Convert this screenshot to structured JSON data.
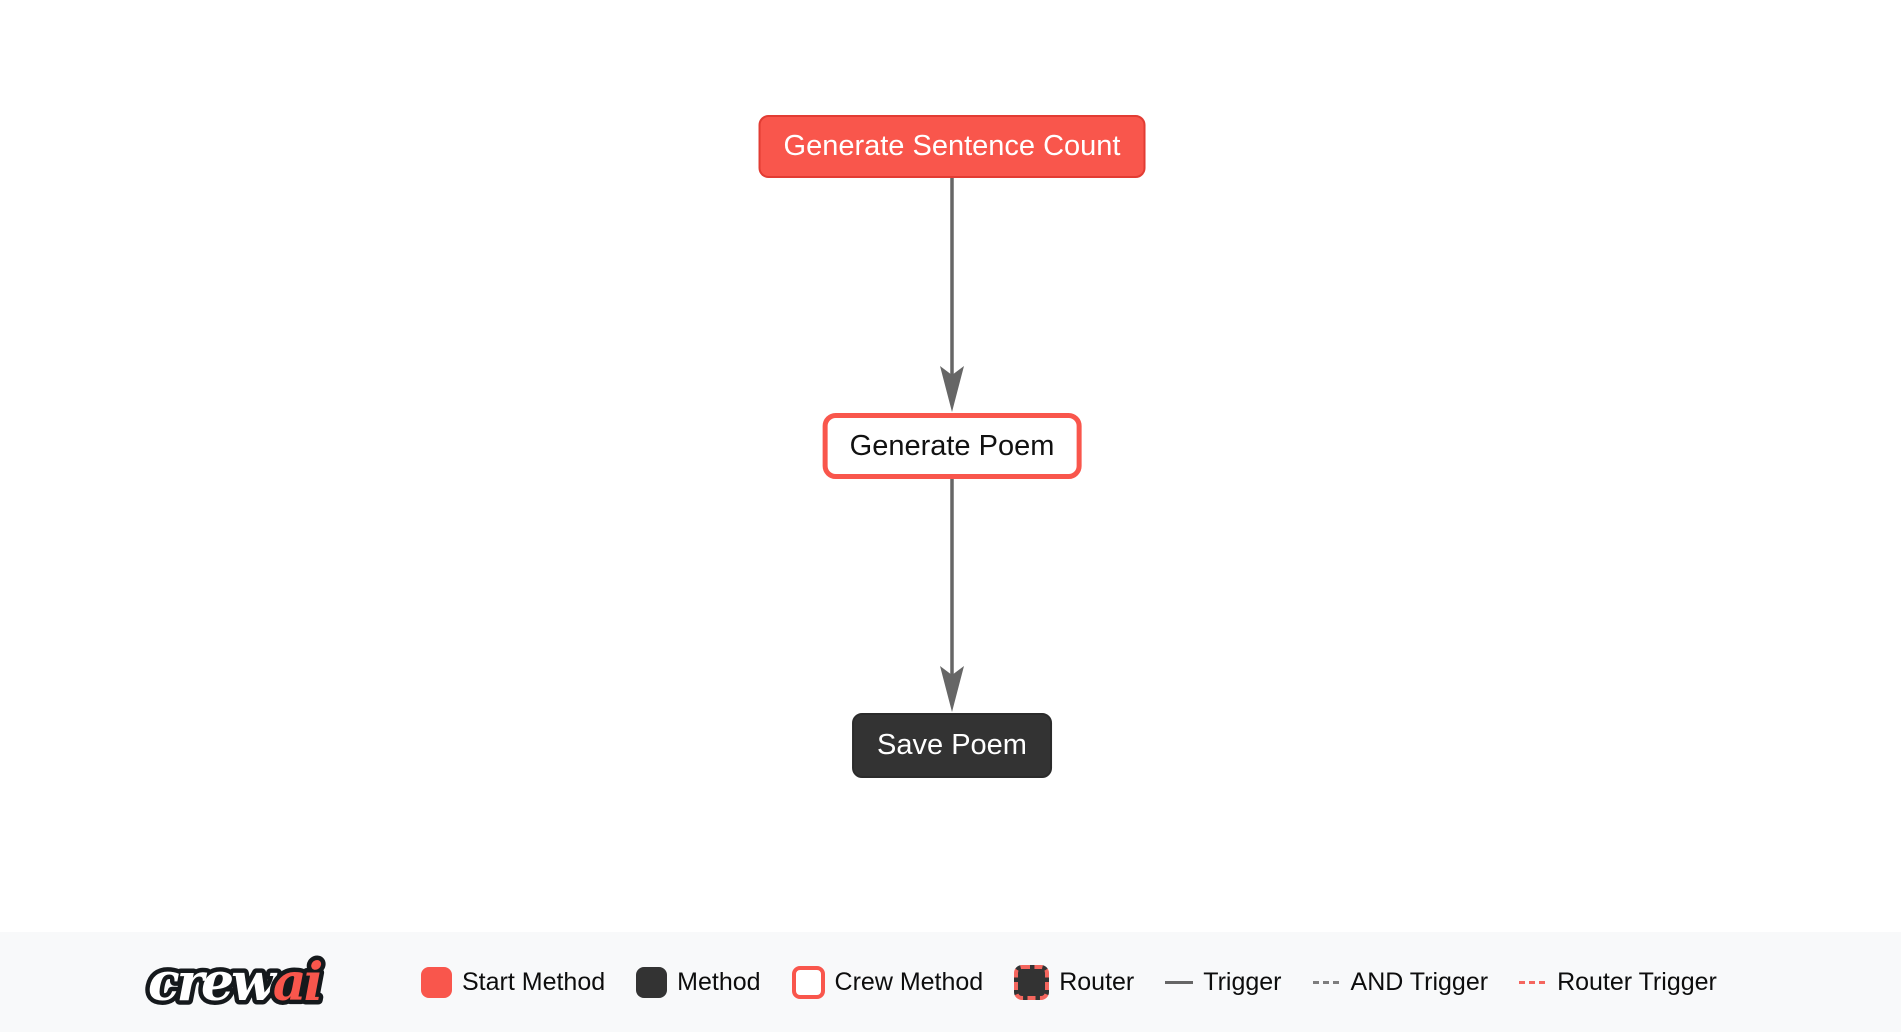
{
  "diagram": {
    "nodes": [
      {
        "id": "generate_sentence_count",
        "label": "Generate Sentence Count",
        "type": "start-method"
      },
      {
        "id": "generate_poem",
        "label": "Generate Poem",
        "type": "crew-method"
      },
      {
        "id": "save_poem",
        "label": "Save Poem",
        "type": "method"
      }
    ],
    "edges": [
      {
        "from": "generate_sentence_count",
        "to": "generate_poem",
        "type": "trigger"
      },
      {
        "from": "generate_poem",
        "to": "save_poem",
        "type": "trigger"
      }
    ]
  },
  "legend": {
    "logo": {
      "crew": "crew",
      "ai": "ai"
    },
    "items": [
      {
        "label": "Start Method",
        "swatch": "start-method-box"
      },
      {
        "label": "Method",
        "swatch": "method-box"
      },
      {
        "label": "Crew Method",
        "swatch": "crew-method-box"
      },
      {
        "label": "Router",
        "swatch": "router-box"
      },
      {
        "label": "Trigger",
        "swatch": "solid-line"
      },
      {
        "label": "AND Trigger",
        "swatch": "dashed-line"
      },
      {
        "label": "Router Trigger",
        "swatch": "red-dashed-line"
      }
    ]
  },
  "colors": {
    "brand_red": "#F9564C",
    "brand_red_border": "#E23C33",
    "router_dash_red": "#F4665E",
    "dark_node": "#333333",
    "edge_gray": "#666666",
    "legend_background": "#F8F9FA",
    "page_background": "#FFFFFF"
  }
}
